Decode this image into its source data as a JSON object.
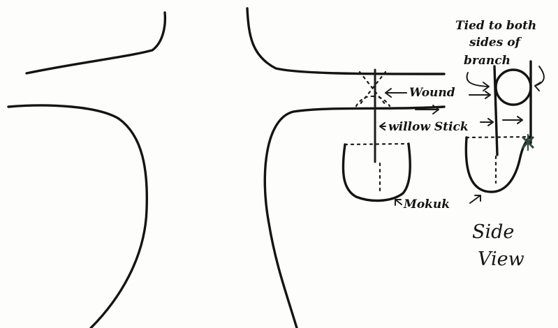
{
  "labels": {
    "tied_line1": "Tied to both",
    "tied_line2": "sides of",
    "tied_line3": "branch",
    "wound": "Wound",
    "willow_stick": "willow Stick",
    "mokuk": "Mokuk",
    "side_view_line1": "Side",
    "side_view_line2": "View"
  },
  "colors": {
    "ink": "#141414",
    "paper": "#fdfdfb",
    "tie_mark": "#2e4a3c"
  }
}
